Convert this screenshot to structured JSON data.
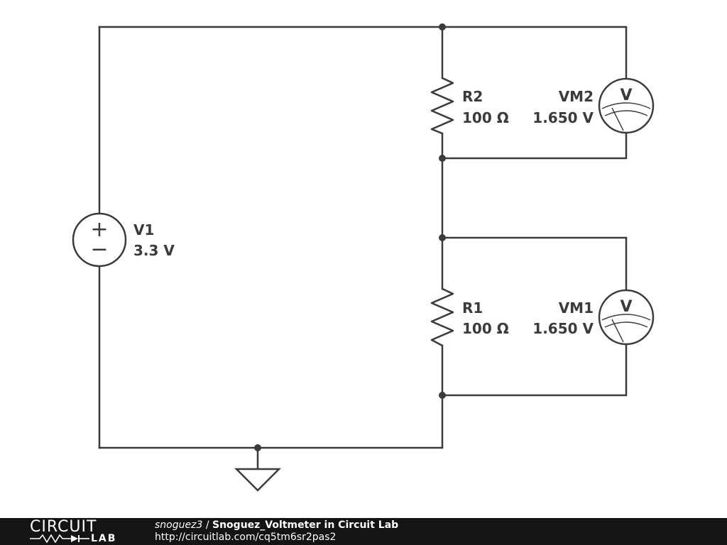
{
  "circuit": {
    "source": {
      "name": "V1",
      "value": "3.3 V",
      "plus_sign": "+",
      "minus_sign": "−"
    },
    "resistors": [
      {
        "name": "R2",
        "value": "100 Ω"
      },
      {
        "name": "R1",
        "value": "100 Ω"
      }
    ],
    "voltmeters": [
      {
        "name": "VM2",
        "reading": "1.650 V",
        "symbol": "V"
      },
      {
        "name": "VM1",
        "reading": "1.650 V",
        "symbol": "V"
      }
    ]
  },
  "footer": {
    "logo_top": "CIRCUIT",
    "logo_bottom": "LAB",
    "author": "snoguez3",
    "separator": " / ",
    "title": "Snoguez_Voltmeter in Circuit Lab",
    "url": "http://circuitlab.com/cq5tm6sr2pas2"
  },
  "colors": {
    "ink": "#3b3b3b",
    "footer_bg": "#141414",
    "footer_text": "#ffffff"
  },
  "icons": {
    "source": "dc-voltage-source-icon",
    "resistor": "resistor-zigzag-icon",
    "voltmeter": "voltmeter-icon",
    "ground": "ground-icon"
  }
}
